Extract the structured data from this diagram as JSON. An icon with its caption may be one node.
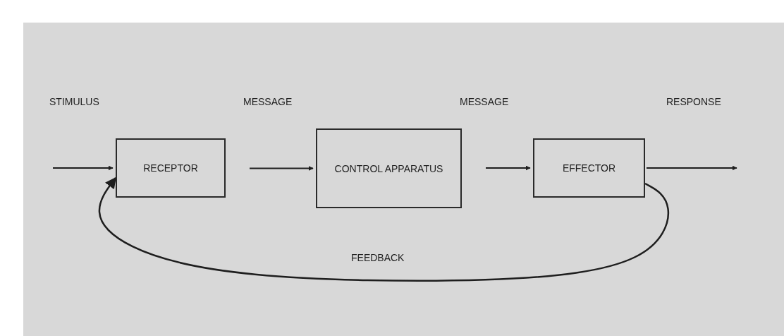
{
  "diagram": {
    "nodes": [
      {
        "text": [
          "RECEPTOR"
        ]
      },
      {
        "text": [
          "CONTROL APPARATUS"
        ]
      },
      {
        "text": [
          "EFFECTOR"
        ]
      }
    ],
    "edges": [
      {
        "from": null,
        "to": 0,
        "arrow": "to"
      },
      {
        "from": 0,
        "to": 1,
        "arrow": "to"
      },
      {
        "from": 1,
        "to": 2,
        "arrow": "to"
      },
      {
        "from": 2,
        "to": null,
        "arrow": "to"
      },
      {
        "from": 2,
        "to": 0,
        "arrow": "to",
        "label": "FEEDBACK"
      }
    ],
    "labels": [
      "STIMULUS",
      "MESSAGE",
      "MESSAGE",
      "RESPONSE"
    ]
  }
}
